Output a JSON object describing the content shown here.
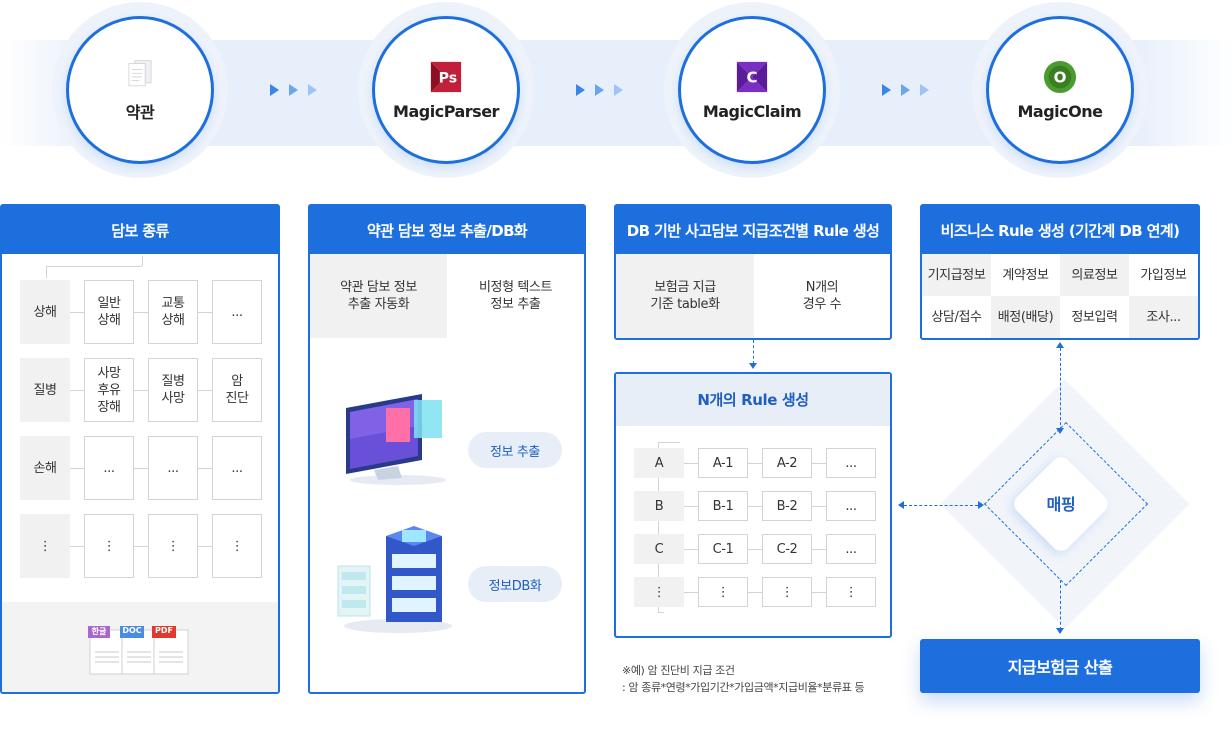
{
  "steps": [
    {
      "label": "약관",
      "icon": "document-icon"
    },
    {
      "label": "MagicParser",
      "icon": "magicparser-logo"
    },
    {
      "label": "MagicClaim",
      "icon": "magicclaim-logo"
    },
    {
      "label": "MagicOne",
      "icon": "magicone-logo"
    }
  ],
  "colors": {
    "primary": "#1e6fde",
    "header_bg": "#1e6fde",
    "gray_cell": "#f1f1f1",
    "band": "#e7effb"
  },
  "panel1": {
    "title": "담보 종류",
    "rows": [
      {
        "head": "상해",
        "cells": [
          "일반\n상해",
          "교통\n상해",
          "..."
        ]
      },
      {
        "head": "질병",
        "cells": [
          "사망\n후유\n장해",
          "질병\n사망",
          "암\n진단"
        ]
      },
      {
        "head": "손해",
        "cells": [
          "...",
          "...",
          "..."
        ]
      },
      {
        "head": "⋮",
        "cells": [
          "⋮",
          "⋮",
          "⋮"
        ]
      }
    ],
    "file_badges": [
      "한글",
      "DOC",
      "PDF"
    ]
  },
  "panel2": {
    "title": "약관 담보 정보 추출/DB화",
    "tab1": "약관 담보 정보\n추출 자동화",
    "tab2": "비정형 텍스트\n정보 추출",
    "pill1": "정보 추출",
    "pill2": "정보DB화"
  },
  "panel3": {
    "title": "DB 기반 사고담보 지급조건별 Rule 생성",
    "tab1": "보험금 지급\n기준 table화",
    "tab2": "N개의\n경우 수"
  },
  "panel4": {
    "title": "N개의 Rule 생성",
    "rows": [
      [
        "A",
        "A-1",
        "A-2",
        "..."
      ],
      [
        "B",
        "B-1",
        "B-2",
        "..."
      ],
      [
        "C",
        "C-1",
        "C-2",
        "..."
      ],
      [
        "⋮",
        "⋮",
        "⋮",
        "⋮"
      ]
    ]
  },
  "note": {
    "line1": "※예) 암 진단비 지급 조건",
    "line2": ": 암 종류*연령*가입기간*가입금액*지급비율*분류표 등"
  },
  "panel5": {
    "title": "비즈니스 Rule 생성 (기간계 DB 연계)",
    "cells": [
      "기지급정보",
      "계약정보",
      "의료정보",
      "가입정보",
      "상담/접수",
      "배정(배당)",
      "정보입력",
      "조사..."
    ]
  },
  "mapping": {
    "label": "매핑"
  },
  "result": {
    "label": "지급보험금 산출"
  }
}
